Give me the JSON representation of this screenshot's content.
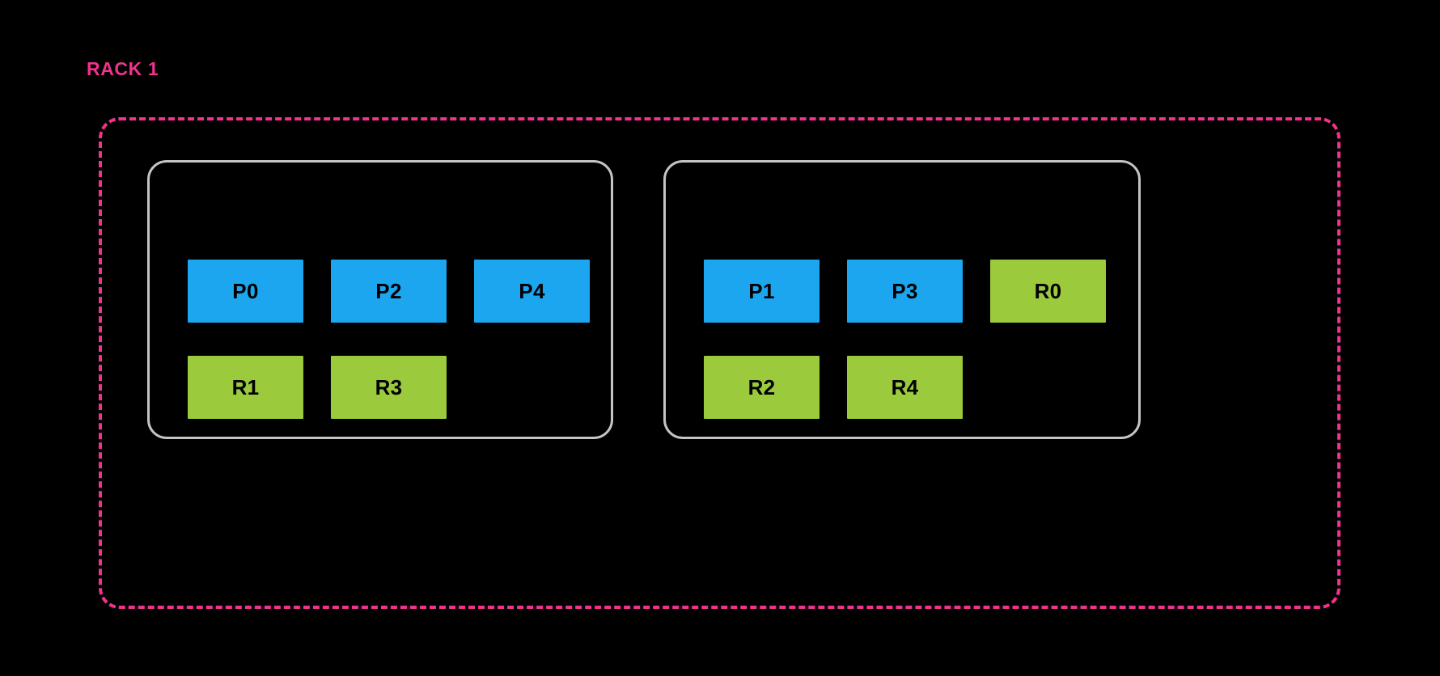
{
  "diagram": {
    "title": "RACK 1",
    "background_color": "#000000",
    "rack": {
      "label": "RACK 1",
      "border_color": "#f0338d",
      "border_style": "dashed"
    },
    "colors": {
      "rack_border": "#f0338d",
      "rack_label": "#f0338d",
      "server_border": "#c4c4c4",
      "partition_fill": "#1ca6f0",
      "replica_fill": "#9bca3c",
      "chip_text": "#000000",
      "background": "#000000"
    },
    "servers": [
      {
        "name": "server-left",
        "rows": [
          [
            {
              "label": "P0",
              "kind": "partition"
            },
            {
              "label": "P2",
              "kind": "partition"
            },
            {
              "label": "P4",
              "kind": "partition"
            }
          ],
          [
            {
              "label": "R1",
              "kind": "replica"
            },
            {
              "label": "R3",
              "kind": "replica"
            },
            {
              "label": "",
              "kind": "spacer"
            }
          ]
        ]
      },
      {
        "name": "server-right",
        "rows": [
          [
            {
              "label": "P1",
              "kind": "partition"
            },
            {
              "label": "P3",
              "kind": "partition"
            },
            {
              "label": "R0",
              "kind": "replica"
            }
          ],
          [
            {
              "label": "R2",
              "kind": "replica"
            },
            {
              "label": "R4",
              "kind": "replica"
            },
            {
              "label": "",
              "kind": "spacer"
            }
          ]
        ]
      }
    ]
  }
}
